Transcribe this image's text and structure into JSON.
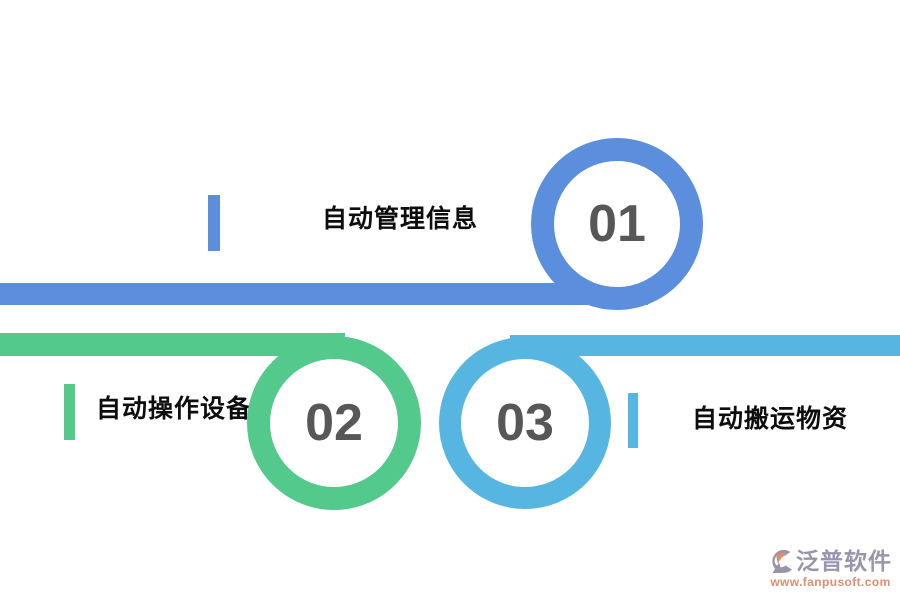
{
  "canvas": {
    "background": "#ffffff"
  },
  "diagram": {
    "type": "numbered-loop-infographic",
    "number_color": "#575757",
    "label_color": "#0d0d0d",
    "items": [
      {
        "number": "01",
        "label": "自动管理信息",
        "color": "#5B8EDC"
      },
      {
        "number": "02",
        "label": "自动操作设备",
        "color": "#54C98C"
      },
      {
        "number": "03",
        "label": "自动搬运物资",
        "color": "#57B6E1"
      }
    ]
  },
  "watermark": {
    "brand": "泛普软件",
    "url": "www.fanpusoft.com",
    "brand_color": "#9995AC",
    "url_color": "#DB8F73",
    "logo_gray": "#9795A8",
    "logo_accent": "#D9906F"
  }
}
